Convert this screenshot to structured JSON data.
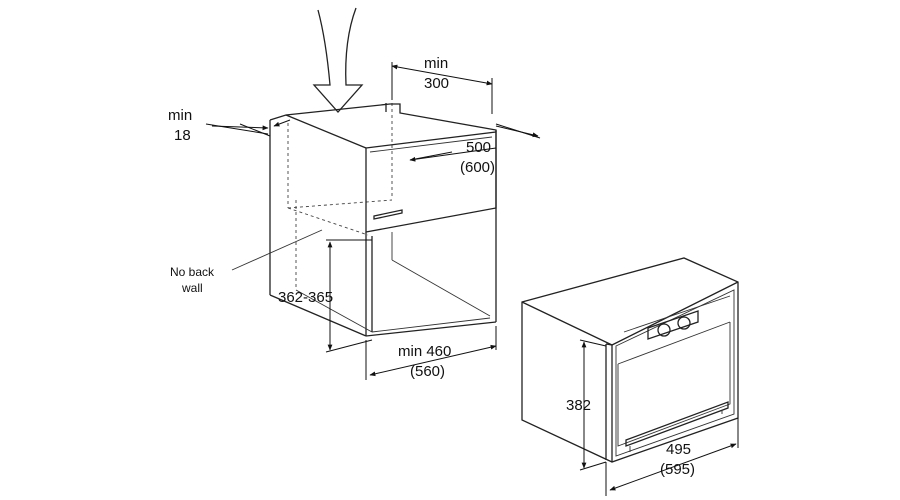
{
  "colors": {
    "line": "#222222",
    "background": "#ffffff"
  },
  "labels": {
    "min_300_a": "min",
    "min_300_b": "300",
    "min_18_a": "min",
    "min_18_b": "18",
    "d500": "500",
    "d600": "(600)",
    "no_back_a": "No back",
    "no_back_b": "wall",
    "d362": "362-365",
    "min460": "min 460",
    "d560": "(560)",
    "d382": "382",
    "d495": "495",
    "d595": "(595)"
  }
}
